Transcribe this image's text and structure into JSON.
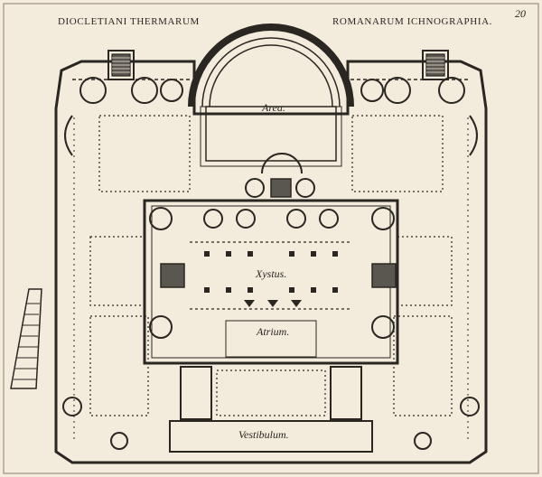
{
  "header": {
    "title_left": "DIOCLETIANI THERMARUM",
    "title_right": "ROMANARUM ICHNOGRAPHIA.",
    "plate_number": "20"
  },
  "rooms": {
    "area": "Area.",
    "xystus": "Xystus.",
    "atrium": "Atrium.",
    "vestibulum": "Vestibulum."
  },
  "colors": {
    "paper": "#f3ecdc",
    "ink": "#2a2621",
    "shade": "#5a5650"
  }
}
